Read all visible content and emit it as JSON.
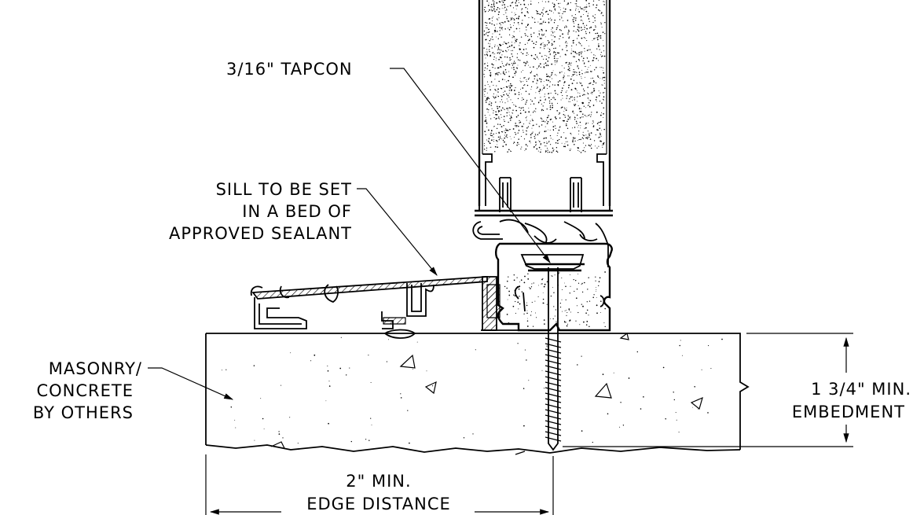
{
  "labels": {
    "tapcon": "3/16\" TAPCON",
    "sill_line1": "SILL TO BE SET",
    "sill_line2": "IN A BED OF",
    "sill_line3": "APPROVED SEALANT",
    "masonry_line1": "MASONRY/",
    "masonry_line2": "CONCRETE",
    "masonry_line3": "BY OTHERS",
    "embed_line1": "1 3/4\" MIN.",
    "embed_line2": "EMBEDMENT",
    "edge_line1": "2\" MIN.",
    "edge_line2": "EDGE DISTANCE"
  },
  "colors": {
    "line": "#000000",
    "background": "#ffffff"
  }
}
